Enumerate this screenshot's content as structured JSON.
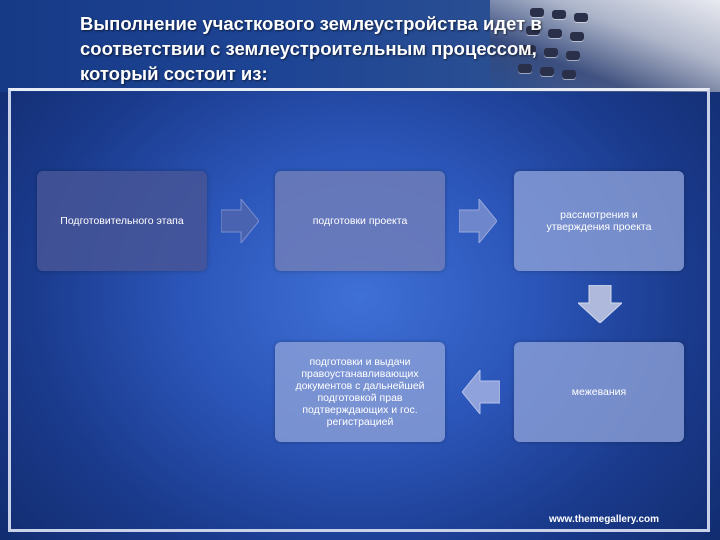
{
  "slide": {
    "title_lines": [
      "Выполнение участкового землеустройства идет в",
      "соответствии с землеустроительным процессом,",
      "который состоит из:"
    ],
    "footer": "www.themegallery.com"
  },
  "process": {
    "steps": [
      "Подготовительного этапа",
      "подготовки проекта",
      "рассмотрения и утверждения проекта",
      "межевания",
      "подготовки и выдачи правоустанавливающих документов с дальнейшей подготовкой прав подтверждающих и гос. регистрацией"
    ]
  }
}
